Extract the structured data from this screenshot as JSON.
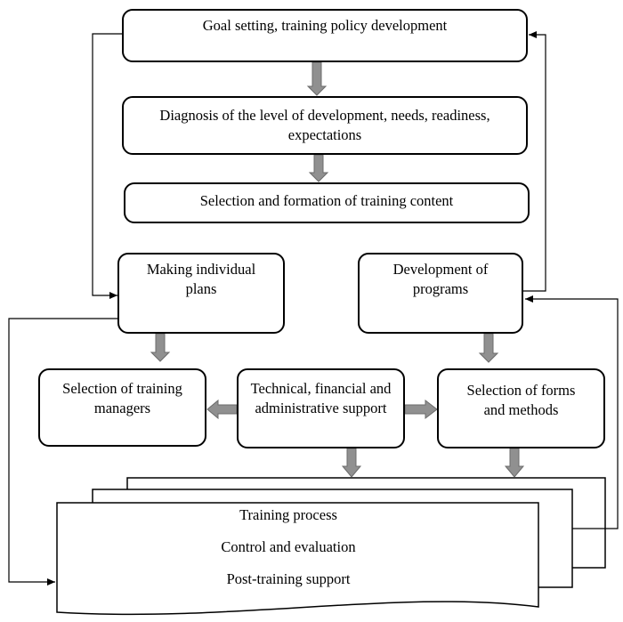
{
  "nodes": {
    "goal": "Goal setting, training policy development",
    "diagnosis": "Diagnosis of the level of development, needs, readiness, expectations",
    "content": "Selection and formation of training content",
    "individual_plans": "Making individual plans",
    "programs": "Development of programs",
    "managers": "Selection of training managers",
    "support": "Technical, financial and administrative support",
    "forms": "Selection of forms and methods"
  },
  "document": {
    "lines": [
      "Training process",
      "Control and evaluation",
      "Post-training support"
    ]
  },
  "colors": {
    "line": "#000000",
    "block_arrow": "#909090",
    "block_arrow_edge": "#6b6b6b"
  }
}
